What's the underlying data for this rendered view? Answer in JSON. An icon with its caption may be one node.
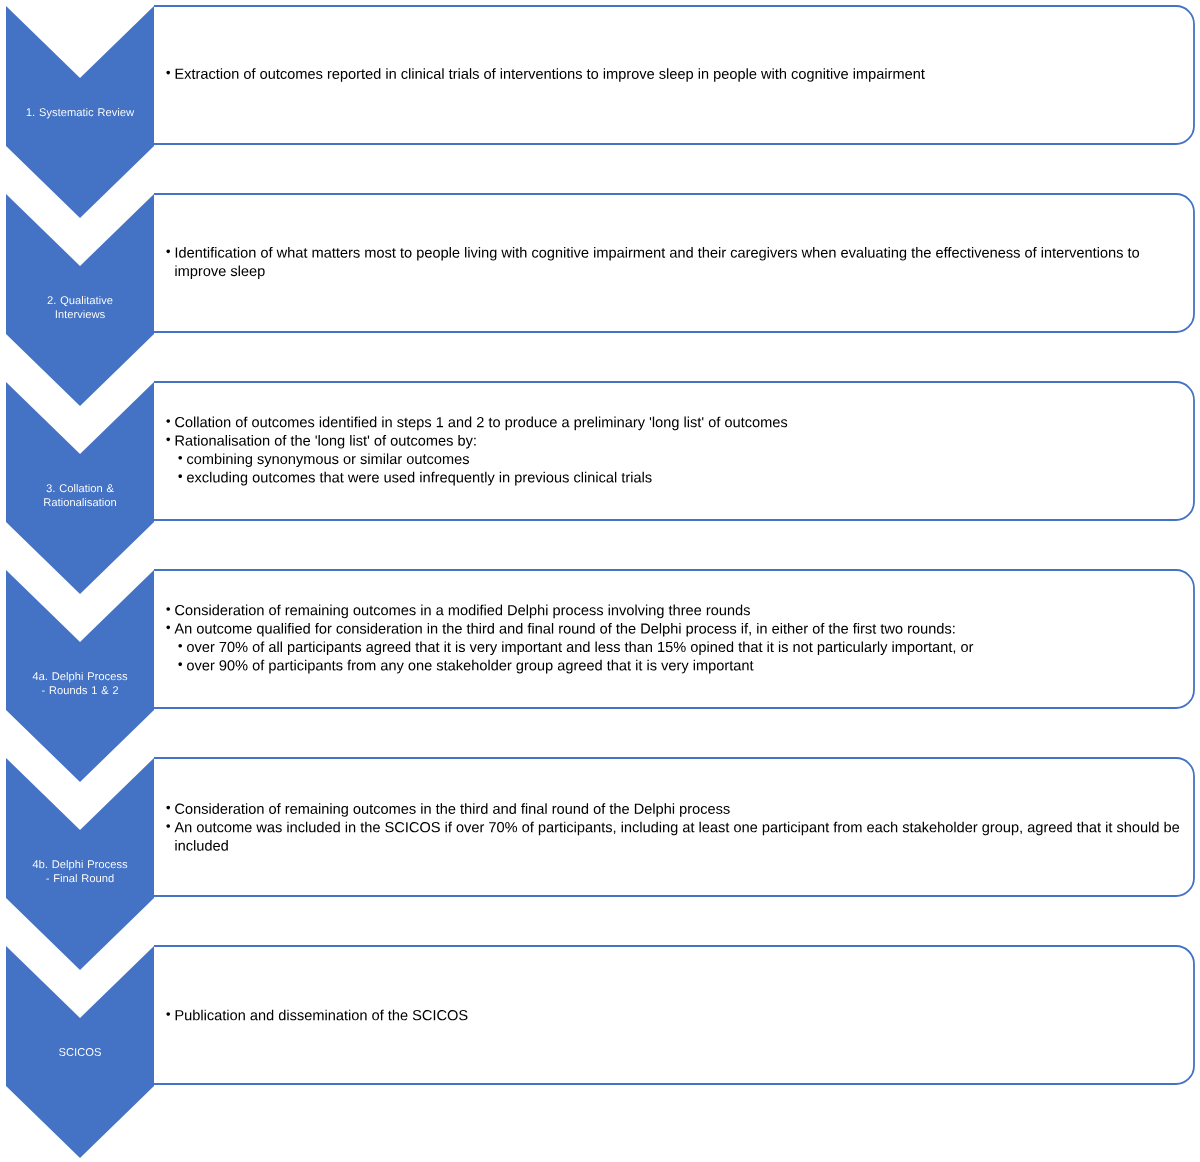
{
  "diagram": {
    "nodes": [
      {
        "text": [
          "1. Systematic Review"
        ]
      },
      {
        "text": [
          "Extraction of outcomes reported in clinical trials of interventions to improve sleep in people with cognitive impairment"
        ]
      },
      {
        "text": [
          "2. Qualitative Interviews"
        ]
      },
      {
        "text": [
          "Identification of what matters most to people living with cognitive impairment and their caregivers when evaluating the effectiveness of interventions to improve sleep"
        ]
      },
      {
        "text": [
          "3. Collation & Rationalisation"
        ]
      },
      {
        "text": [
          "Collation of outcomes identified in steps 1 and 2 to produce a preliminary 'long list' of outcomes",
          "Rationalisation of the 'long list' of outcomes by:",
          "combining synonymous or similar outcomes",
          "excluding outcomes that were used infrequently in previous clinical trials"
        ]
      },
      {
        "text": [
          "4a. Delphi Process - Rounds 1 & 2"
        ]
      },
      {
        "text": [
          "Consideration of remaining outcomes in a modified Delphi process involving three rounds",
          "An outcome qualified for consideration in the third and final round of the Delphi process if, in either of the first two rounds:",
          "over 70% of all participants agreed that it is very important and less than 15% opined that it is not particularly important, or",
          "over 90% of participants from any one stakeholder group agreed that it is very important"
        ]
      },
      {
        "text": [
          "4b. Delphi Process - Final Round"
        ]
      },
      {
        "text": [
          "Consideration of remaining outcomes in the third and final round of the Delphi process",
          "An outcome was included in the SCICOS if over 70% of participants, including at least one participant from each stakeholder group, agreed that it should be included"
        ]
      },
      {
        "text": [
          "SCICOS"
        ]
      },
      {
        "text": [
          "Publication and dissemination of the SCICOS"
        ]
      }
    ]
  }
}
